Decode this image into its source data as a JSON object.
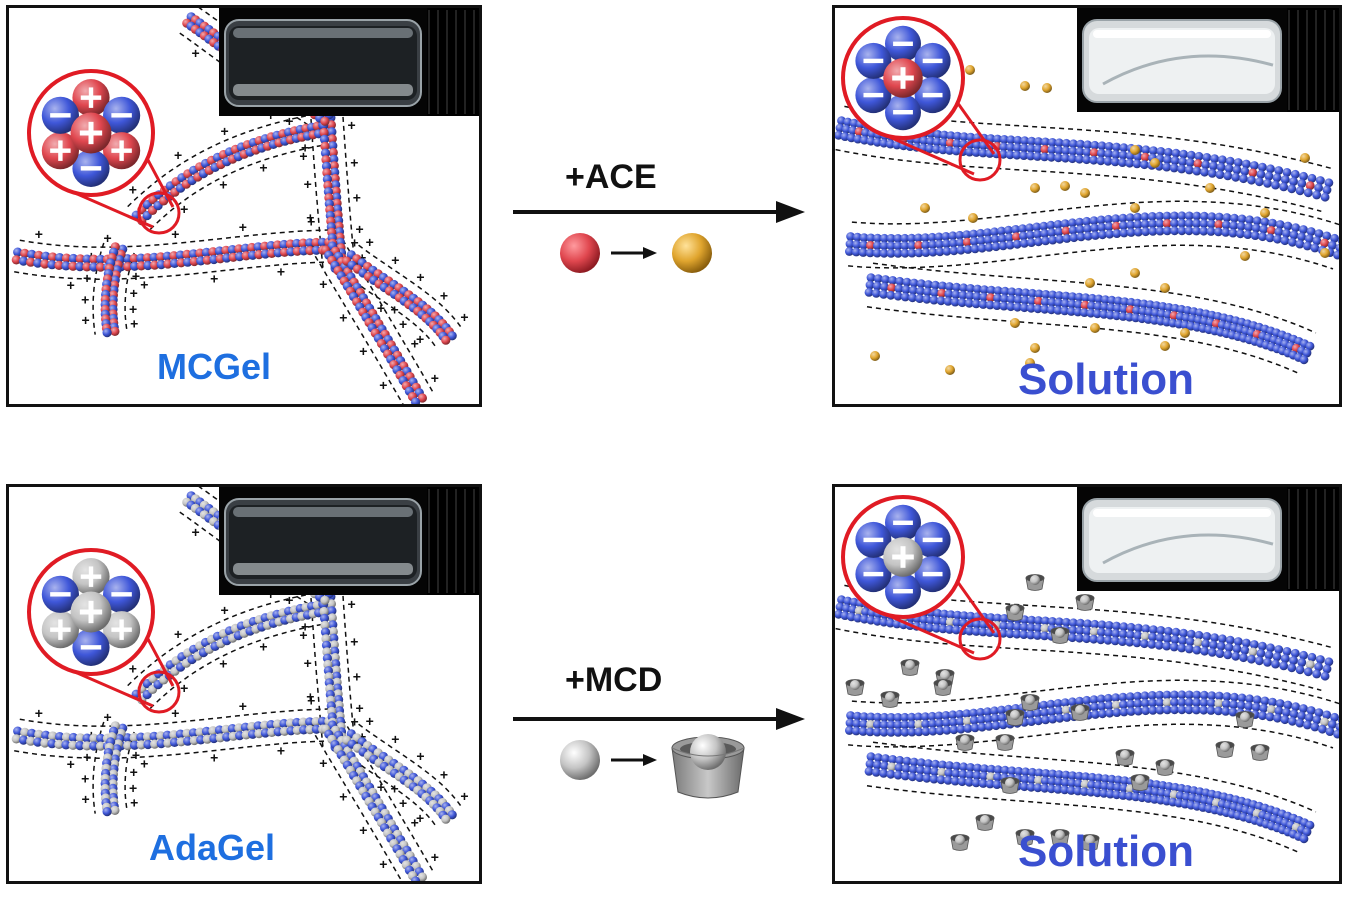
{
  "rows": [
    {
      "gel_label": "MCGel",
      "reagent_label": "+ACE",
      "solution_label": "Solution",
      "guest_color": "#e0474f",
      "product_color": "#e0a52e",
      "host_color": "#3f57d9",
      "guest_icon": "red-sphere-icon",
      "product_icon": "yellow-sphere-icon"
    },
    {
      "gel_label": "AdaGel",
      "reagent_label": "+MCD",
      "solution_label": "Solution",
      "guest_color": "#c4c4c4",
      "product_color": "#8a8a8a",
      "host_color": "#3f57d9",
      "guest_icon": "grey-sphere-icon",
      "product_icon": "cyclodextrin-cup-icon"
    }
  ]
}
